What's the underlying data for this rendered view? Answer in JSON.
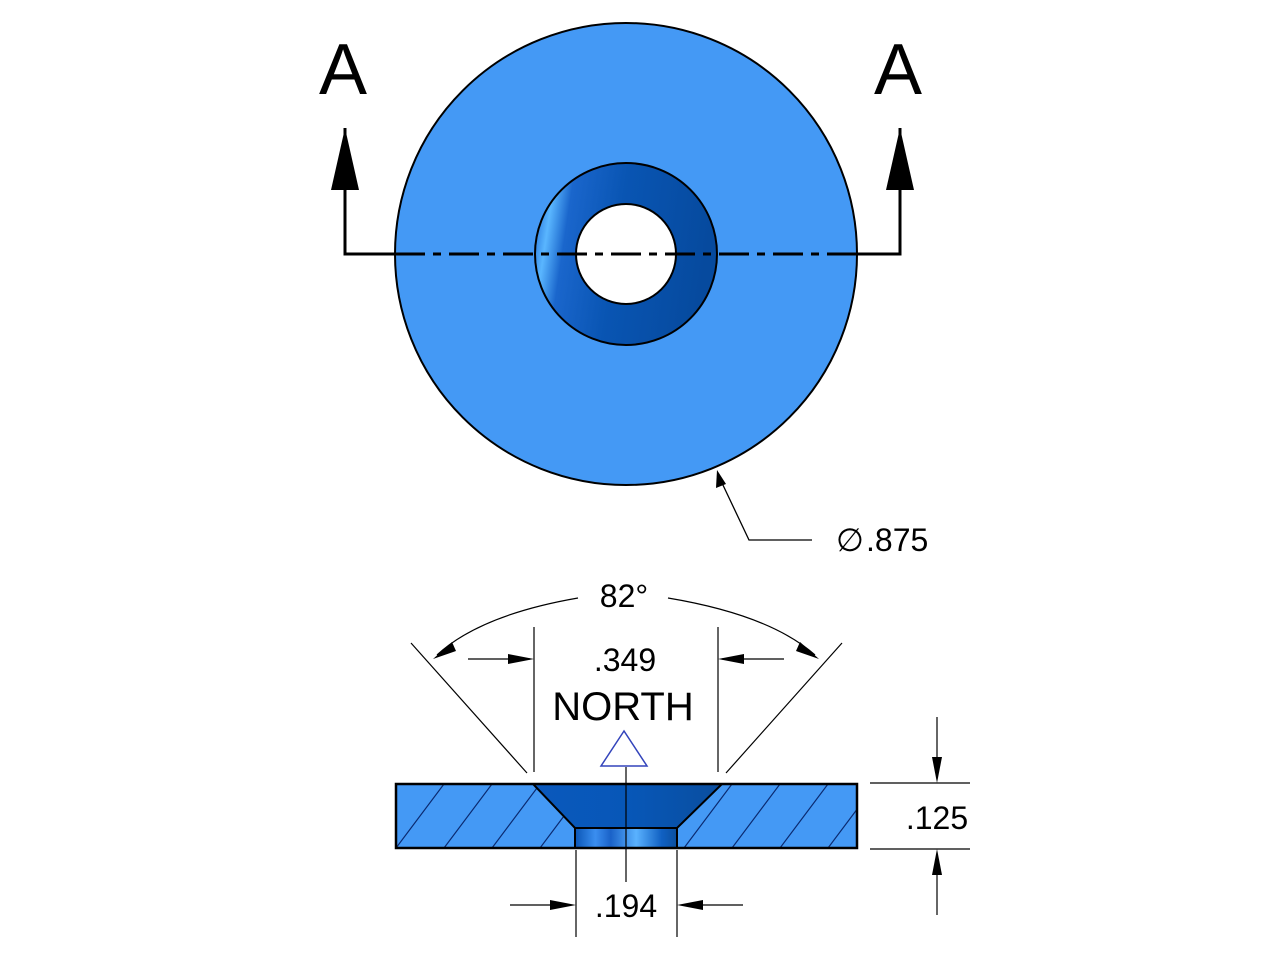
{
  "title": "Countersunk ring magnet drawing",
  "top_view": {
    "section_label_left": "A",
    "section_label_right": "A",
    "outer_diameter": {
      "symbol": "∅",
      "value": ".875"
    }
  },
  "section_view": {
    "countersink_angle": "82°",
    "countersink_diameter": ".349",
    "pole_label": "NORTH",
    "thickness": ".125",
    "through_hole_diameter": ".194"
  },
  "colors": {
    "face": "#4499f5",
    "countersink_dark": "#0055bb",
    "countersink_light": "#55b0ff",
    "outline": "#000000",
    "north_arrow": "#3344bb"
  }
}
